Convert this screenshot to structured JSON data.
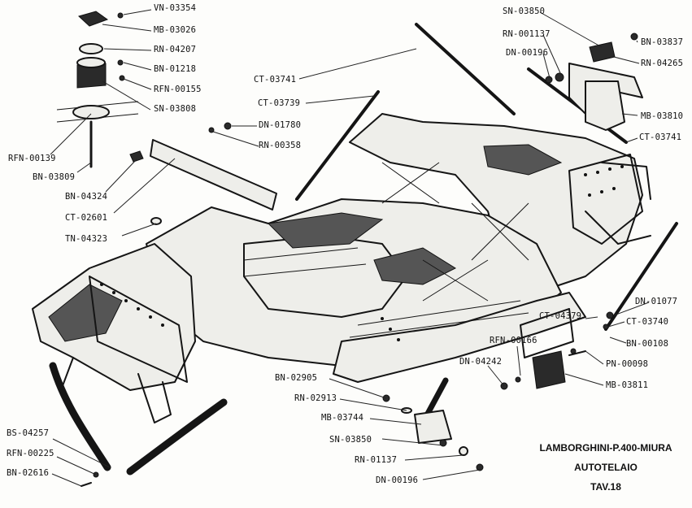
{
  "callouts": {
    "vn_03354": "VN-03354",
    "mb_03026": "MB-03026",
    "rn_04207": "RN-04207",
    "bn_01218": "BN-01218",
    "rfn_00155": "RFN-00155",
    "sn_03808": "SN-03808",
    "rfn_00139": "RFN-00139",
    "bn_03809": "BN-03809",
    "bn_04324": "BN-04324",
    "ct_02601": "CT-02601",
    "tn_04323": "TN-04323",
    "ct_03741_top": "CT-03741",
    "ct_03739": "CT-03739",
    "dn_01780": "DN-01780",
    "rn_00358": "RN-00358",
    "sn_03850_top": "SN-03850",
    "rn_001137": "RN-001137",
    "dn_00196_top": "DN-00196",
    "bn_03837": "BN-03837",
    "rn_04265": "RN-04265",
    "mb_03810": "MB-03810",
    "ct_03741_right": "CT-03741",
    "dn_01077": "DN-01077",
    "ct_04379": "CT-04379",
    "ct_03740": "CT-03740",
    "rfn_00166": "RFN-00166",
    "bn_00108": "BN-00108",
    "dn_04242": "DN-04242",
    "pn_00098": "PN-00098",
    "mb_03811": "MB-03811",
    "bn_02905": "BN-02905",
    "rn_02913": "RN-02913",
    "mb_03744": "MB-03744",
    "sn_03850_bottom": "SN-03850",
    "rn_01137": "RN-01137",
    "dn_00196_bottom": "DN-00196",
    "bs_04257": "BS-04257",
    "rfn_00225": "RFN-00225",
    "bn_02616": "BN-02616"
  },
  "title_block": {
    "model": "LAMBORGHINI-P.400-MIURA",
    "section": "AUTOTELAIO",
    "plate": "TAV.18"
  },
  "colors": {
    "ink": "#151515",
    "paper": "#fdfdfb",
    "panel": "#eeeeea"
  }
}
